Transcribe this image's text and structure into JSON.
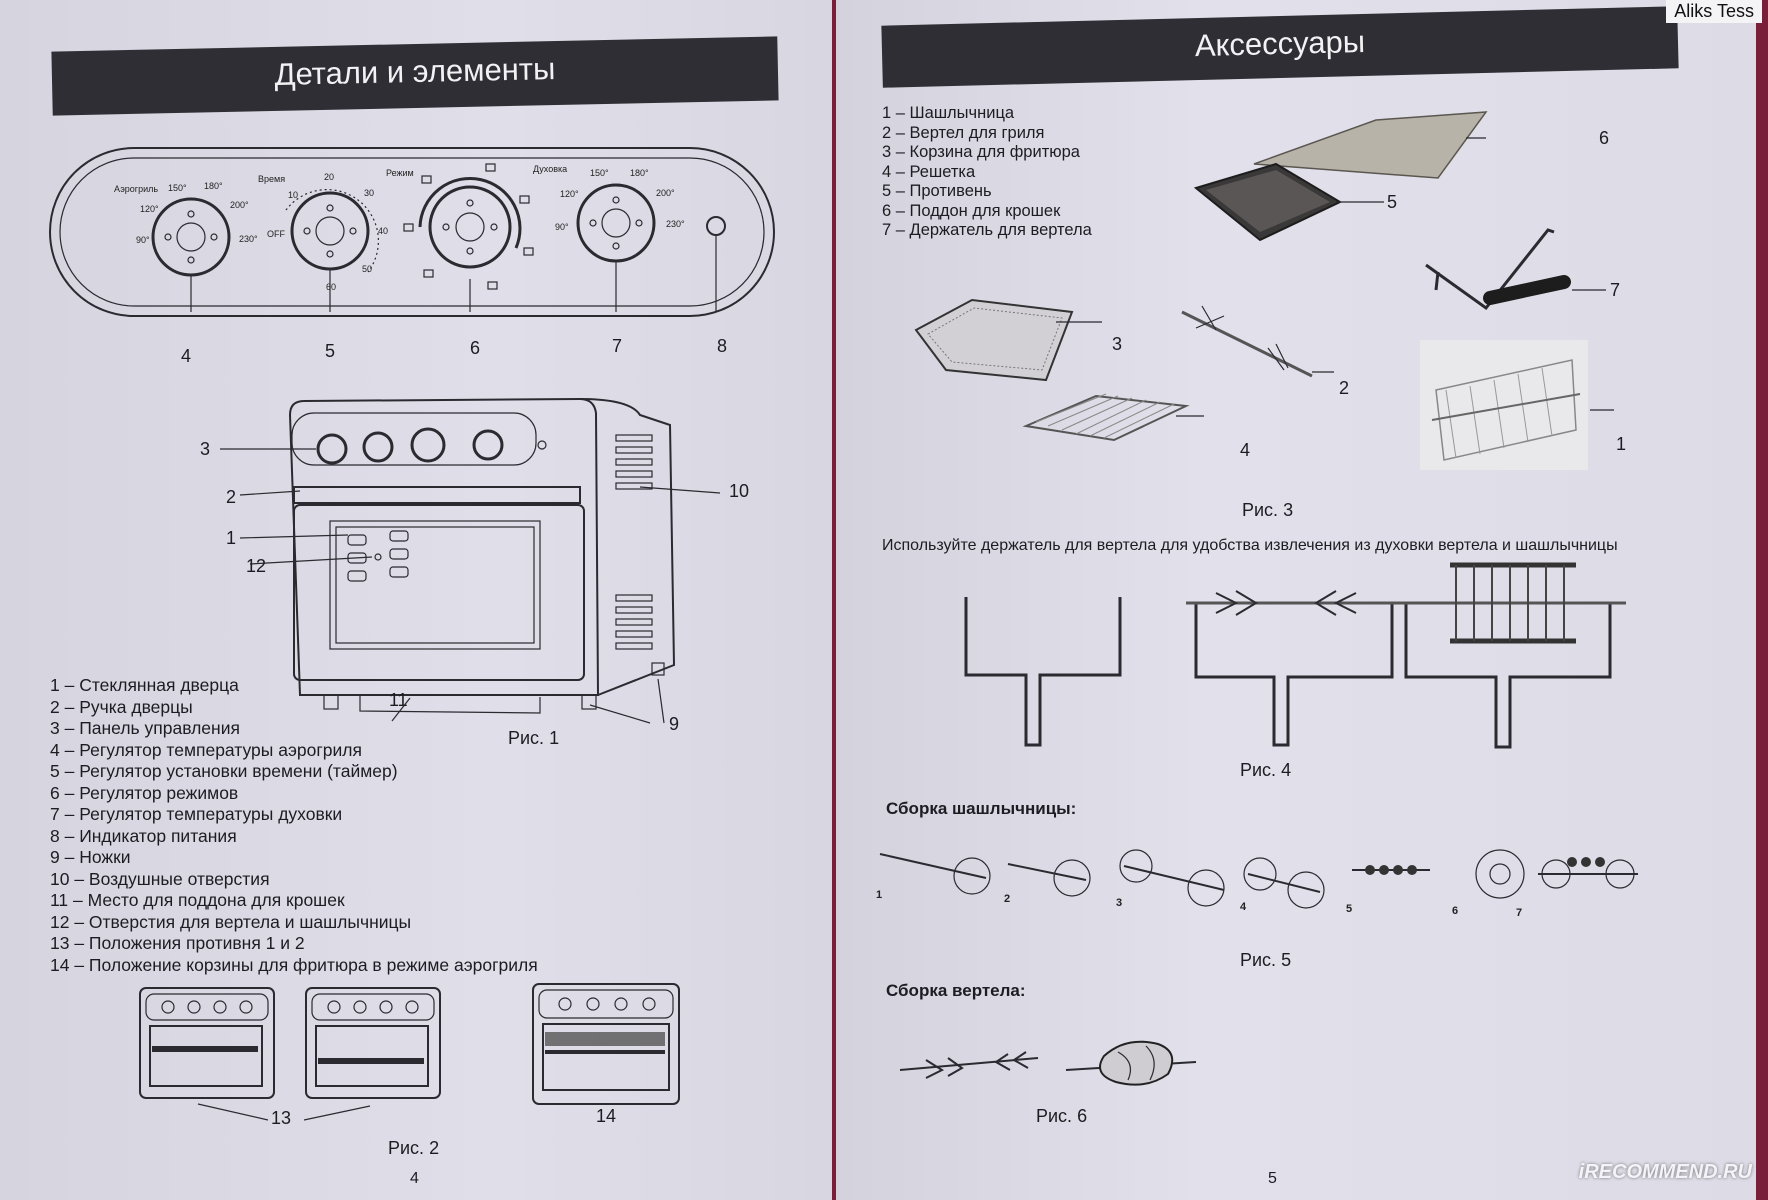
{
  "watermark_top": "Aliks Tess",
  "watermark_bottom": "iRECOMMEND.RU",
  "left": {
    "title": "Детали и элементы",
    "panel": {
      "knob1": {
        "label": "Аэрогриль",
        "ticks": [
          "90°",
          "120°",
          "150°",
          "180°",
          "200°",
          "230°"
        ]
      },
      "knob2": {
        "label": "Время",
        "ticks": [
          "OFF",
          "10",
          "20",
          "30",
          "40",
          "50",
          "60"
        ]
      },
      "knob3": {
        "label": "Режим"
      },
      "knob4": {
        "label": "Духовка",
        "ticks": [
          "90°",
          "120°",
          "150°",
          "180°",
          "200°",
          "230°"
        ]
      },
      "callouts": [
        "4",
        "5",
        "6",
        "7",
        "8"
      ]
    },
    "fig1_callouts": [
      "3",
      "2",
      "1",
      "12",
      "10",
      "11",
      "9"
    ],
    "fig1_caption": "Рис. 1",
    "parts": [
      "1 – Стеклянная дверца",
      "2 – Ручка дверцы",
      "3 – Панель управления",
      "4 – Регулятор температуры аэрогриля",
      "5 – Регулятор установки времени (таймер)",
      "6 – Регулятор режимов",
      "7 – Регулятор температуры духовки",
      "8 – Индикатор питания",
      "9 – Ножки",
      "10 – Воздушные отверстия",
      "11 – Место для поддона для крошек",
      "12 – Отверстия для вертела и шашлычницы",
      "13 – Положения противня 1 и 2",
      "14 – Положение корзины для фритюра в режиме аэрогриля"
    ],
    "fig2_callouts": [
      "13",
      "14"
    ],
    "fig2_caption": "Рис. 2",
    "page_number": "4"
  },
  "right": {
    "title": "Аксессуары",
    "accessories": [
      "1 – Шашлычница",
      "2 – Вертел для гриля",
      "3 – Корзина для фритюра",
      "4 – Решетка",
      "5 – Противень",
      "6 – Поддон для крошек",
      "7 – Держатель для вертела"
    ],
    "fig3_callouts": [
      "6",
      "5",
      "7",
      "3",
      "2",
      "4",
      "1"
    ],
    "fig3_caption": "Рис. 3",
    "holder_note": "Используйте держатель для вертела для удобства извлечения из духовки вертела и шашлычницы",
    "fig4_caption": "Рис. 4",
    "skewer_heading": "Сборка шашлычницы:",
    "fig5_steps": [
      "1",
      "2",
      "3",
      "4",
      "5",
      "6",
      "7"
    ],
    "fig5_caption": "Рис. 5",
    "spit_heading": "Сборка вертела:",
    "fig6_caption": "Рис. 6",
    "page_number": "5"
  }
}
